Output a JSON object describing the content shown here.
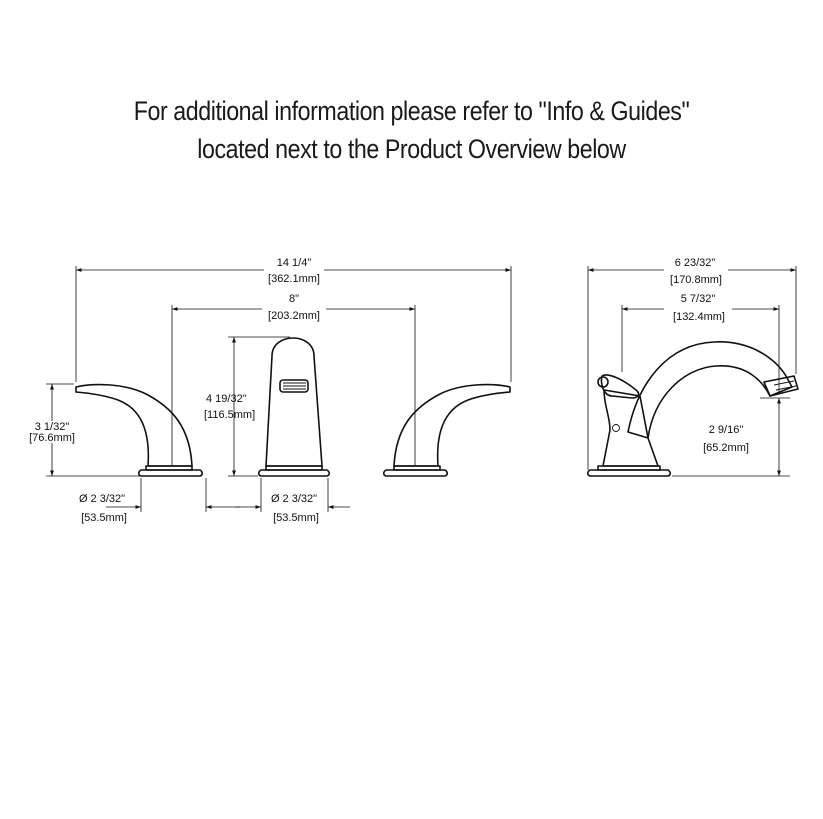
{
  "header": {
    "line1": "For additional information please refer to \"Info & Guides\"",
    "line2": "located next to the Product Overview below"
  },
  "dimensions": {
    "overall_width": {
      "imperial": "14 1/4\"",
      "metric": "[362.1mm]"
    },
    "center_spread": {
      "imperial": "8\"",
      "metric": "[203.2mm]"
    },
    "handle_height": {
      "imperial": "3 1/32\"",
      "metric": "[76.6mm]"
    },
    "spout_height": {
      "imperial": "4 19/32\"",
      "metric": "[116.5mm]"
    },
    "handle_base_dia": {
      "imperial": "Ø 2 3/32\"",
      "metric": "[53.5mm]"
    },
    "spout_base_dia": {
      "imperial": "Ø 2 3/32\"",
      "metric": "[53.5mm]"
    },
    "side_overall_depth": {
      "imperial": "6 23/32\"",
      "metric": "[170.8mm]"
    },
    "spout_reach": {
      "imperial": "5 7/32\"",
      "metric": "[132.4mm]"
    },
    "aerator_height": {
      "imperial": "2 9/16\"",
      "metric": "[65.2mm]"
    }
  }
}
